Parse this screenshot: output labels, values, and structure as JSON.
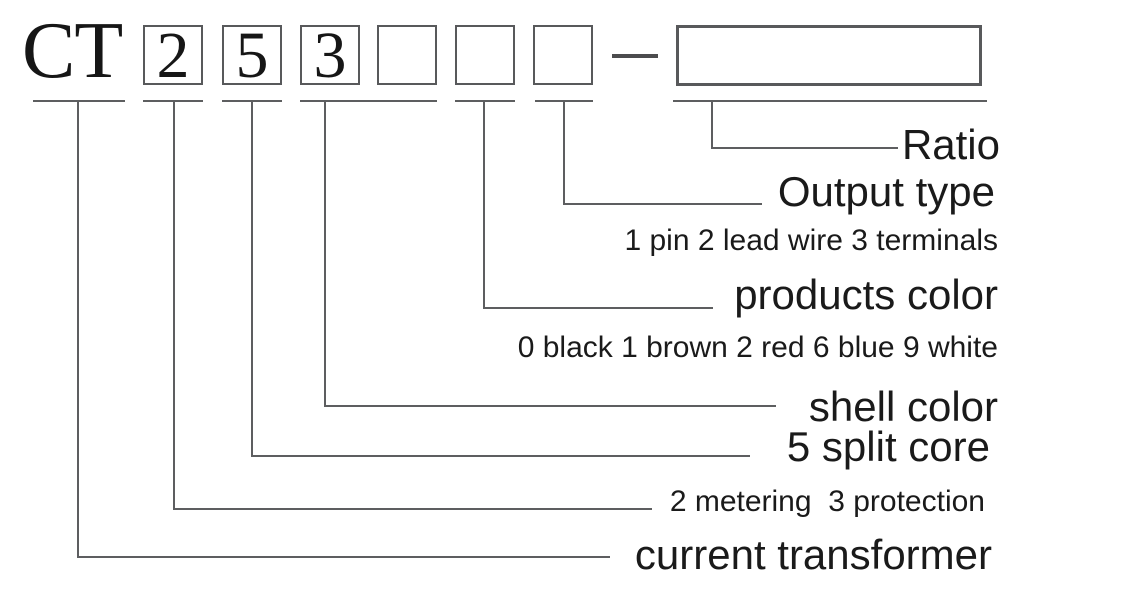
{
  "diagram": {
    "prefix": "CT",
    "code_boxes": [
      {
        "value": "2"
      },
      {
        "value": "5"
      },
      {
        "value": "3"
      },
      {
        "value": ""
      },
      {
        "value": ""
      },
      {
        "value": ""
      }
    ],
    "separator": "—",
    "ratio_box_value": "",
    "callouts": {
      "ratio": {
        "label": "Ratio"
      },
      "output_type": {
        "label": "Output type",
        "caption": "1 pin 2 lead wire 3 terminals"
      },
      "products_color": {
        "label": "products color",
        "caption": "0 black 1 brown 2 red 6 blue 9 white"
      },
      "shell_color": {
        "label": "shell color"
      },
      "split_core": {
        "label": "5 split core"
      },
      "metering_protection": {
        "label": "2 metering  3 protection"
      },
      "current_transformer": {
        "label": "current transformer"
      }
    },
    "colors": {
      "background": "#ffffff",
      "text": "#1a1a1a",
      "line": "#5d5e60",
      "box_border": "#58595b"
    }
  }
}
